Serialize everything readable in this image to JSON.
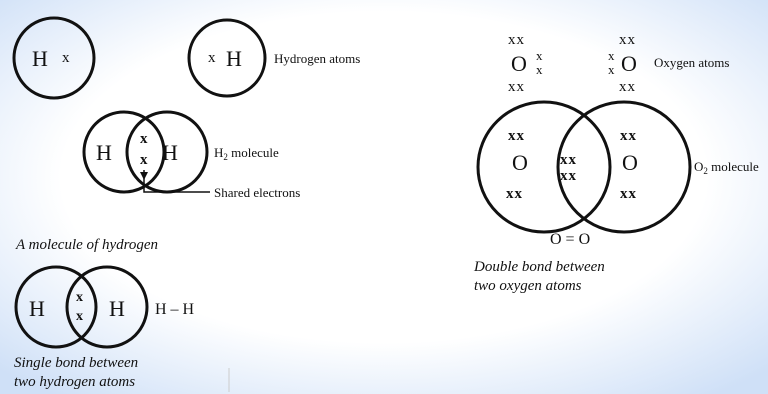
{
  "figure": {
    "hydrogen": {
      "atom_left": {
        "symbol": "H",
        "electron": "x"
      },
      "atom_right": {
        "symbol": "H",
        "electron": "x"
      },
      "atoms_label": "Hydrogen atoms",
      "molecule": {
        "symbol_left": "H",
        "symbol_right": "H",
        "electron_top": "x",
        "electron_bottom": "x"
      },
      "molecule_label_main": "H",
      "molecule_label_sub": "2",
      "molecule_label_rest": " molecule",
      "shared_label": "Shared electrons",
      "caption": "A molecule of hydrogen"
    },
    "single_bond": {
      "symbol_left": "H",
      "symbol_right": "H",
      "electron_top": "x",
      "electron_bottom": "x",
      "formula": "H – H",
      "caption_line1": "Single bond between",
      "caption_line2": "two hydrogen atoms"
    },
    "oxygen": {
      "atom_left": {
        "top": "xx",
        "symbol": "O",
        "side_top": "x",
        "side_bottom": "x",
        "bottom": "xx"
      },
      "atom_right": {
        "top": "xx",
        "symbol": "O",
        "side_top": "x",
        "side_bottom": "x",
        "bottom": "xx"
      },
      "atoms_label": "Oxygen atoms",
      "molecule": {
        "left_top": "xx",
        "left_symbol": "O",
        "left_bottom": "xx",
        "shared_row1": "xx",
        "shared_row2": "xx",
        "right_top": "xx",
        "right_symbol": "O",
        "right_bottom": "xx"
      },
      "molecule_label_main": "O",
      "molecule_label_sub": "2",
      "molecule_label_rest": " molecule",
      "formula": "O = O",
      "caption_line1": "Double bond between",
      "caption_line2": "two oxygen atoms"
    }
  },
  "colors": {
    "background_glow": "#cfe0f7",
    "ink": "#111111",
    "panel": "#ffffff"
  }
}
